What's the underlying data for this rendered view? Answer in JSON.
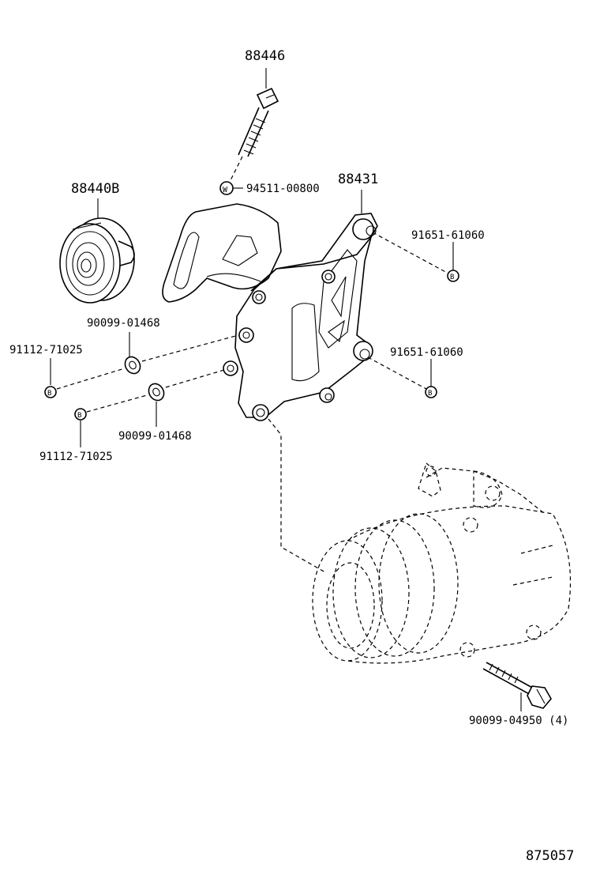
{
  "labels": {
    "bolt_top": "88446",
    "washer_top": "94511-00800",
    "idler_pulley": "88440B",
    "bracket": "88431",
    "nut_upper_right": "91651-61060",
    "nut_lower_right": "91651-61060",
    "washer_upper_left": "90099-01468",
    "washer_lower_left": "90099-01468",
    "nut_upper_left": "91112-71025",
    "nut_lower_left": "91112-71025",
    "compressor_bolt": "90099-04950 (4)",
    "diagram_number": "875057"
  },
  "markers": {
    "washer_symbol": "W",
    "nut_symbol": "B"
  }
}
